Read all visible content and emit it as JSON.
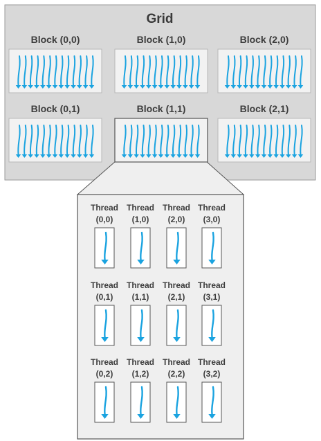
{
  "grid": {
    "title": "Grid",
    "blocks": [
      {
        "label": "Block (0,0)",
        "arrow_count": 13
      },
      {
        "label": "Block (1,0)",
        "arrow_count": 13
      },
      {
        "label": "Block (2,0)",
        "arrow_count": 13
      },
      {
        "label": "Block (0,1)",
        "arrow_count": 13
      },
      {
        "label": "Block (1,1)",
        "arrow_count": 13,
        "highlighted": true
      },
      {
        "label": "Block (2,1)",
        "arrow_count": 13
      }
    ]
  },
  "block_detail": {
    "of_block": "Block (1,1)",
    "threads": [
      {
        "line1": "Thread",
        "line2": "(0,0)"
      },
      {
        "line1": "Thread",
        "line2": "(1,0)"
      },
      {
        "line1": "Thread",
        "line2": "(2,0)"
      },
      {
        "line1": "Thread",
        "line2": "(3,0)"
      },
      {
        "line1": "Thread",
        "line2": "(0,1)"
      },
      {
        "line1": "Thread",
        "line2": "(1,1)"
      },
      {
        "line1": "Thread",
        "line2": "(2,1)"
      },
      {
        "line1": "Thread",
        "line2": "(3,1)"
      },
      {
        "line1": "Thread",
        "line2": "(0,2)"
      },
      {
        "line1": "Thread",
        "line2": "(1,2)"
      },
      {
        "line1": "Thread",
        "line2": "(2,2)"
      },
      {
        "line1": "Thread",
        "line2": "(3,2)"
      }
    ]
  },
  "colors": {
    "grid_fill": "#d8d8d8",
    "block_fill": "#f2f2f2",
    "detail_fill": "#efefef",
    "border": "#555555",
    "arrow": "#1aa3e0",
    "text": "#3c3c3c"
  }
}
